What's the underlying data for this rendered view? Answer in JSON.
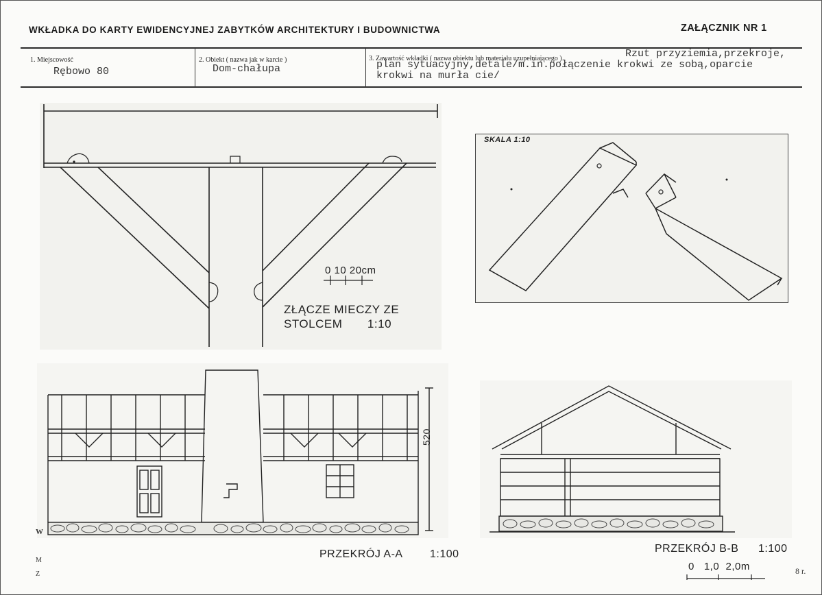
{
  "header": {
    "title": "WKŁADKA DO KARTY EWIDENCYJNEJ ZABYTKÓW ARCHITEKTURY I BUDOWNICTWA",
    "annex": "ZAŁĄCZNIK NR 1"
  },
  "fields": {
    "location_label": "1. Miejscowość",
    "location_value": "Rębowo 80",
    "object_label": "2. Obiekt ( nazwa jak w karcie )",
    "object_value": "Dom-chałupa",
    "contents_label": "3. Zawartość wkładki ( nazwa obiektu lub materiału uzupełniającego )",
    "contents_line1": "Rzut przyziemia,przekroje,",
    "contents_line2": "plan sytuacyjny,detale/m.in.połączenie krokwi ze sobą,oparcie",
    "contents_line3": "krokwi na murła cie/"
  },
  "drawing1": {
    "scalebar": "0   10   20cm",
    "title_line1": "ZŁĄCZE MIECZY ZE",
    "title_line2": "STOLCEM       1:10"
  },
  "drawing2": {
    "scale": "SKALA 1:10"
  },
  "section_a": {
    "title": "PRZEKRÓJ A-A",
    "scale": "1:100",
    "dimension": "520",
    "left_mark": "W"
  },
  "section_b": {
    "title": "PRZEKRÓJ B-B",
    "scale": "1:100",
    "scalebar": "0   1,0  2,0m"
  },
  "footer": {
    "left_m": "M",
    "left_z": "Z",
    "page": "8 r."
  }
}
